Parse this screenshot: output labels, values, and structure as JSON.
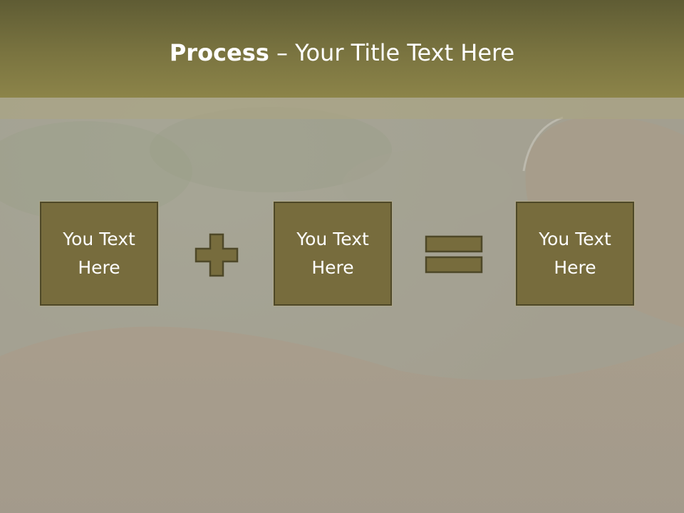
{
  "title": {
    "bold": "Process",
    "rest": " – Your Title Text Here"
  },
  "boxes": [
    {
      "text": "You Text Here"
    },
    {
      "text": "You Text Here"
    },
    {
      "text": "You Text Here"
    }
  ],
  "operators": [
    "plus-icon",
    "equals-icon"
  ],
  "colors": {
    "title_bar": "#7a7440",
    "box_fill": "#776c3d",
    "box_border": "#4e4828",
    "text": "#ffffff"
  }
}
